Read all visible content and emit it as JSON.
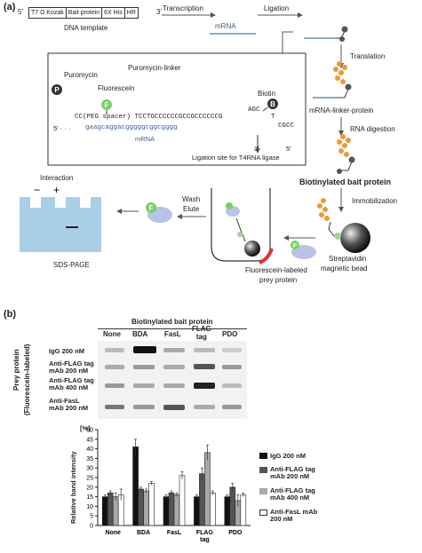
{
  "panel_a": {
    "tag": "(a)",
    "template": {
      "five_prime": "5'",
      "three_prime": "3'",
      "segments": [
        "T7 Ω Kozak",
        "Bait protein",
        "6X His",
        "HR"
      ],
      "label": "DNA template"
    },
    "transcription": "Transcription",
    "mrna_top": "mRNA",
    "ligation": "Ligation",
    "translation": "Translation",
    "mrna_linker_protein": "mRNA-linker-protein",
    "rna_digestion": "RNA digestion",
    "biotinylated_bait": "Biotinylated bait protein",
    "immobilization": "Immobilization",
    "streptavidin": "Streptavidin",
    "magnetic_bead": "magnetic bead",
    "fluorescein_prey_1": "Fluorescein-labeled",
    "fluorescein_prey_2": "prey protein",
    "wash": "Wash",
    "elute": "Elute",
    "interaction": "Interaction",
    "minus": "−",
    "plus": "+",
    "sds_page": "SDS-PAGE",
    "inset": {
      "title": "Puromycin-linker",
      "puromycin": "Puromycin",
      "fluorescein": "Fluorescein",
      "biotin": "Biotin",
      "linker_seq": "CC(PEG spacer) TCCTGCCCCCCGCCGCCCCCCG",
      "five_dots": "5' · · ·",
      "mrna_seq": "gaagcaggacgggggcggcgggg",
      "mrna": "mRNA",
      "three": "3'",
      "five": "5'",
      "ligation_site": "Ligation site for T4RNA ligase",
      "loop_1": "AGC",
      "loop_2": "T",
      "loop_3": "CGCC"
    },
    "circle_letters": {
      "P": "P",
      "F": "F",
      "B": "B"
    }
  },
  "panel_b": {
    "tag": "(b)",
    "gel_title": "Biotinylated bait protein",
    "columns": [
      "None",
      "BDA",
      "FasL",
      "FLAG\ntag",
      "PDO"
    ],
    "rows": [
      "IgG 200 nM",
      "Anti-FLAG tag\nmAb 200 nM",
      "Anti-FLAG tag\nmAb 400 nM",
      "Anti-FasL\nmAb 200 nM"
    ],
    "side_label_1": "Prey protein",
    "side_label_2": "(Fluorescein-labeled)"
  },
  "chart_data": {
    "type": "bar",
    "categories": [
      "None",
      "BDA",
      "FasL",
      "FLAG tag",
      "PDO"
    ],
    "ylabel": "Relative band intensity",
    "unit": "[%]",
    "ylim": [
      0,
      50
    ],
    "yticks": [
      0,
      5,
      10,
      15,
      20,
      25,
      30,
      35,
      40,
      45,
      50
    ],
    "series": [
      {
        "name": "IgG 200 nM",
        "color": "#111111",
        "values": [
          15,
          41,
          15,
          15,
          15
        ],
        "errors": [
          1,
          4,
          1,
          1,
          1
        ]
      },
      {
        "name": "Anti-FLAG tag mAb 200 nM",
        "color": "#555555",
        "values": [
          17,
          19,
          17,
          27,
          20
        ],
        "errors": [
          1,
          1,
          1,
          3,
          2
        ]
      },
      {
        "name": "Anti-FLAG tag mAb 400 nM",
        "color": "#a8a8a8",
        "values": [
          15,
          18,
          16,
          38,
          13
        ],
        "errors": [
          2,
          1,
          1,
          4,
          3
        ]
      },
      {
        "name": "Anti-FasL mAb 200 nM",
        "color": "#ffffff",
        "values": [
          16,
          22,
          26,
          17,
          16
        ],
        "errors": [
          3,
          1,
          2,
          1,
          1
        ]
      }
    ]
  }
}
